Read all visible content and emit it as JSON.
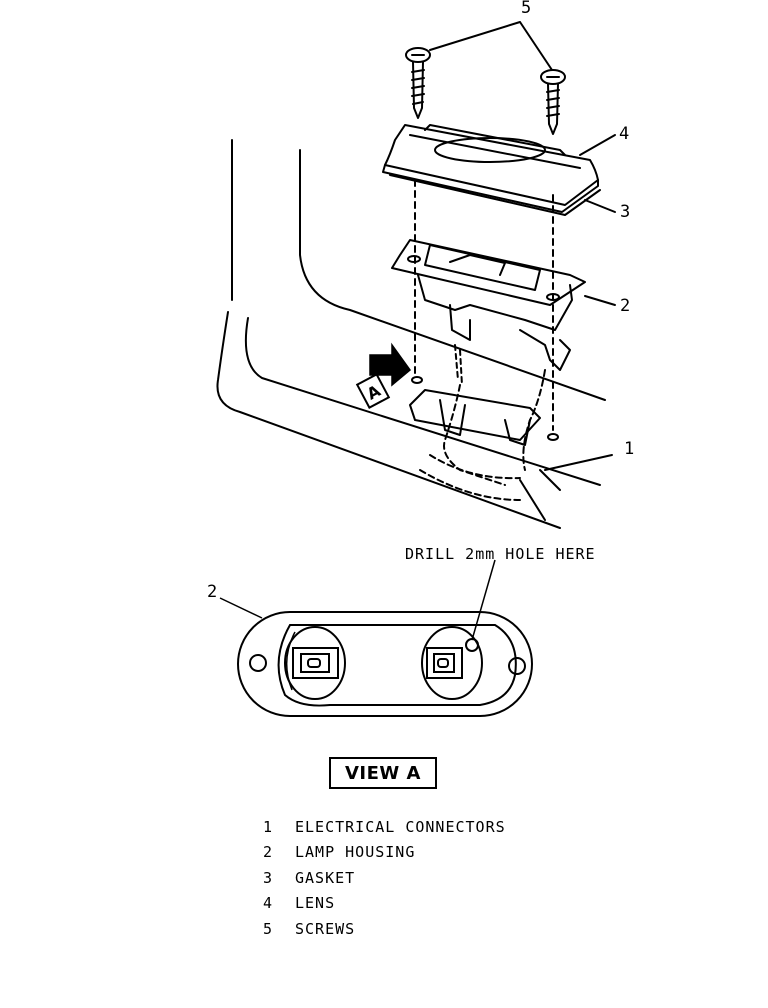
{
  "diagram": {
    "callouts": {
      "c1": "1",
      "c2_upper": "2",
      "c3": "3",
      "c4": "4",
      "c5": "5",
      "c2_view": "2"
    },
    "view_arrow_label": "A",
    "drill_note": "DRILL 2mm HOLE HERE",
    "view_label": "VIEW A"
  },
  "legend": [
    {
      "number": "1",
      "label": "ELECTRICAL CONNECTORS"
    },
    {
      "number": "2",
      "label": "LAMP HOUSING"
    },
    {
      "number": "3",
      "label": "GASKET"
    },
    {
      "number": "4",
      "label": "LENS"
    },
    {
      "number": "5",
      "label": "SCREWS"
    }
  ]
}
